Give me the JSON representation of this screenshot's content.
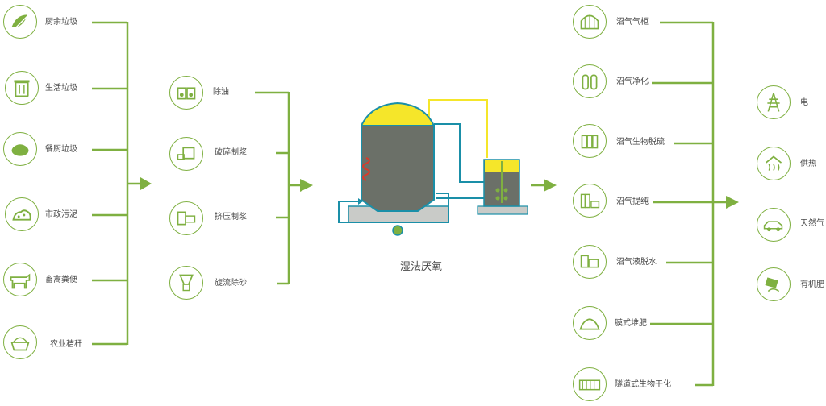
{
  "inputs": [
    {
      "label": "厨余垃圾",
      "icon": "food-waste-icon"
    },
    {
      "label": "生活垃圾",
      "icon": "trash-can-icon"
    },
    {
      "label": "餐厨垃圾",
      "icon": "kitchen-waste-icon"
    },
    {
      "label": "市政污泥",
      "icon": "sludge-icon"
    },
    {
      "label": "畜禽粪便",
      "icon": "cow-icon"
    },
    {
      "label": "农业秸秆",
      "icon": "straw-basket-icon"
    }
  ],
  "pretreatment": [
    {
      "label": "除油",
      "icon": "oil-removal-icon"
    },
    {
      "label": "破碎制浆",
      "icon": "crusher-icon"
    },
    {
      "label": "挤压制浆",
      "icon": "extruder-icon"
    },
    {
      "label": "旋流除砂",
      "icon": "hydrocyclone-icon"
    }
  ],
  "center": {
    "title": "湿法厌氧"
  },
  "biogas_processing": [
    {
      "label": "沼气气柜",
      "icon": "gas-holder-icon"
    },
    {
      "label": "沼气净化",
      "icon": "purification-tanks-icon"
    },
    {
      "label": "沼气生物脱硫",
      "icon": "desulfurization-icon"
    },
    {
      "label": "沼气提纯",
      "icon": "upgrading-icon"
    },
    {
      "label": "沼气液脱水",
      "icon": "dewatering-icon"
    },
    {
      "label": "膜式堆肥",
      "icon": "membrane-compost-icon"
    },
    {
      "label": "隧道式生物干化",
      "icon": "tunnel-drying-icon"
    }
  ],
  "products": [
    {
      "label": "电",
      "icon": "power-tower-icon"
    },
    {
      "label": "供热",
      "icon": "heating-icon"
    },
    {
      "label": "天然气",
      "icon": "gas-car-icon"
    },
    {
      "label": "有机肥",
      "icon": "fertilizer-icon"
    }
  ],
  "colors": {
    "green": "#7fb041",
    "teal": "#1a8fa8",
    "yellow": "#f5e62a",
    "tank_gray": "#6b7068",
    "base_gray": "#c9cbc8"
  }
}
